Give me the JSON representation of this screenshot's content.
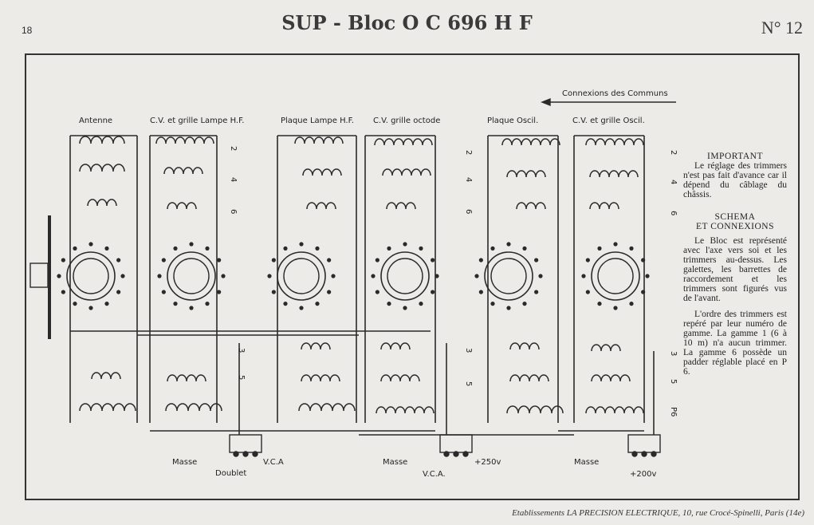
{
  "header": {
    "page_number": "18",
    "title": "SUP - Bloc O C 696 H F",
    "sheet_number": "N° 12"
  },
  "diagram": {
    "commons_label": "Connexions des Communs",
    "top_labels": [
      "Antenne",
      "C.V. et grille Lampe H.F.",
      "Plaque Lampe H.F.",
      "C.V. grille octode",
      "Plaque Oscil.",
      "C.V. et grille Oscil."
    ],
    "bottom_labels": [
      "Masse",
      "Doublet",
      "V.C.A",
      "Masse",
      "V.C.A.",
      "+250v",
      "Masse",
      "+200v"
    ],
    "range_numbers": [
      "2",
      "4",
      "6",
      "3",
      "5",
      "P6"
    ]
  },
  "panel": {
    "important_title": "IMPORTANT",
    "important_text": "Le réglage des trimmers n'est pas fait d'avance car il dépend du câblage du châssis.",
    "schema_title_1": "SCHEMA",
    "schema_title_2": "ET CONNEXIONS",
    "schema_text": "Le Bloc est représenté avec l'axe vers soi et les trimmers au-dessus. Les galettes, les barrettes de raccordement et les trimmers sont figurés vus de l'avant.",
    "order_text": "L'ordre des trimmers est repéré par leur numéro de gamme. La gamme 1 (6 à 10 m) n'a aucun trimmer. La gamme 6 possède un padder réglable placé en P 6."
  },
  "footer": {
    "text": "Etablissements LA PRECISION ELECTRIQUE, 10, rue Crocé-Spinelli, Paris (14e)"
  }
}
